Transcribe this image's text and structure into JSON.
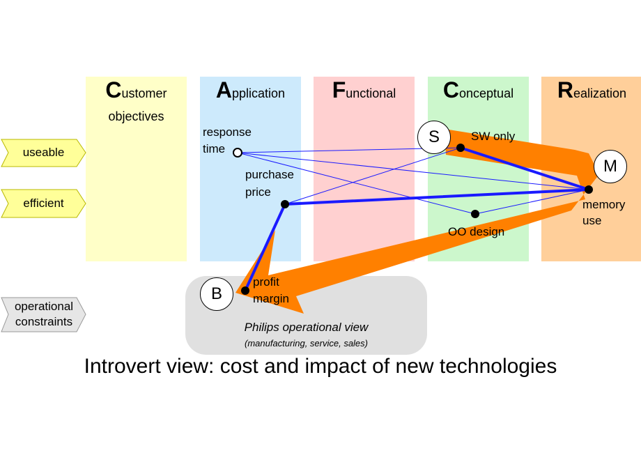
{
  "columns": [
    {
      "initial": "C",
      "rest": "ustomer",
      "sub": "objectives",
      "color": "#ffffc8"
    },
    {
      "initial": "A",
      "rest": "pplication",
      "sub": "",
      "color": "#cdeafc"
    },
    {
      "initial": "F",
      "rest": "unctional",
      "sub": "",
      "color": "#ffd0d0"
    },
    {
      "initial": "C",
      "rest": "onceptual",
      "sub": "",
      "color": "#ccf7cc"
    },
    {
      "initial": "R",
      "rest": "ealization",
      "sub": "",
      "color": "#ffcf9a"
    }
  ],
  "tags": {
    "useable": "useable",
    "efficient": "efficient",
    "operational_line1": "operational",
    "operational_line2": "constraints"
  },
  "nodes": {
    "response_time_l1": "response",
    "response_time_l2": "time",
    "purchase_price_l1": "purchase",
    "purchase_price_l2": "price",
    "sw_only": "SW only",
    "oo_design": "OO design",
    "memory_use_l1": "memory",
    "memory_use_l2": "use",
    "profit_margin_l1": "profit",
    "profit_margin_l2": "margin"
  },
  "markers": {
    "s": "S",
    "m": "M",
    "b": "B"
  },
  "operational_view": {
    "title": "Philips operational view",
    "subtitle": "(manufacturing, service, sales)"
  },
  "colors": {
    "orange": "#ff8000",
    "blue": "#1a1aff",
    "gray_box": "#e0e0e0"
  },
  "footer": "Introvert view: cost and impact of new technologies"
}
